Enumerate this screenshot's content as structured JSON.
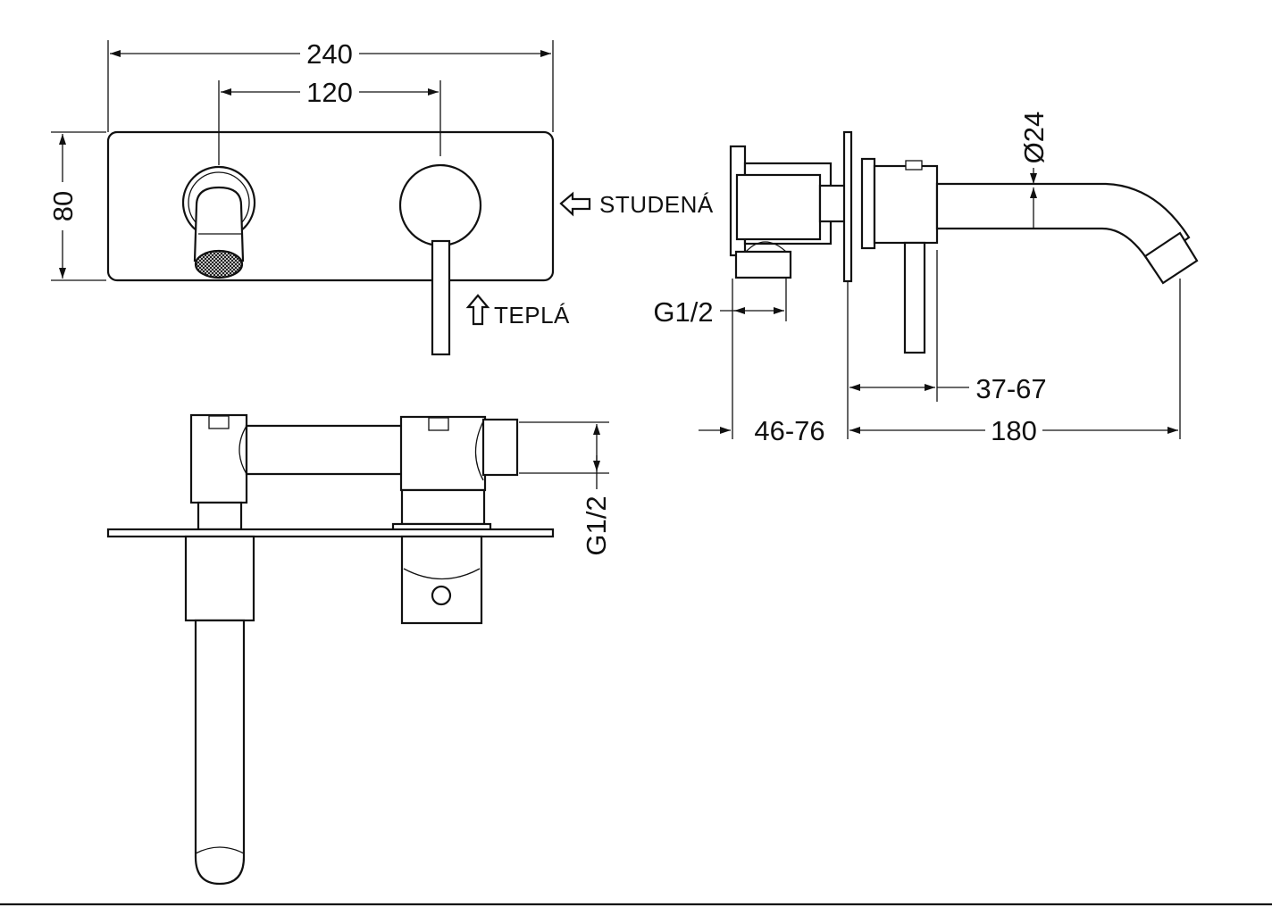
{
  "front_view": {
    "dim_width": "240",
    "dim_spacing": "120",
    "dim_height": "80",
    "label_cold": "STUDENÁ",
    "label_hot": "TEPLÁ"
  },
  "side_view": {
    "dim_diameter": "Ø24",
    "dim_thread": "G1/2",
    "dim_adjust_small": "37-67",
    "dim_adjust_large": "46-76",
    "dim_projection": "180"
  },
  "top_view": {
    "dim_thread": "G1/2"
  },
  "colors": {
    "line": "#111111",
    "background": "#ffffff"
  }
}
